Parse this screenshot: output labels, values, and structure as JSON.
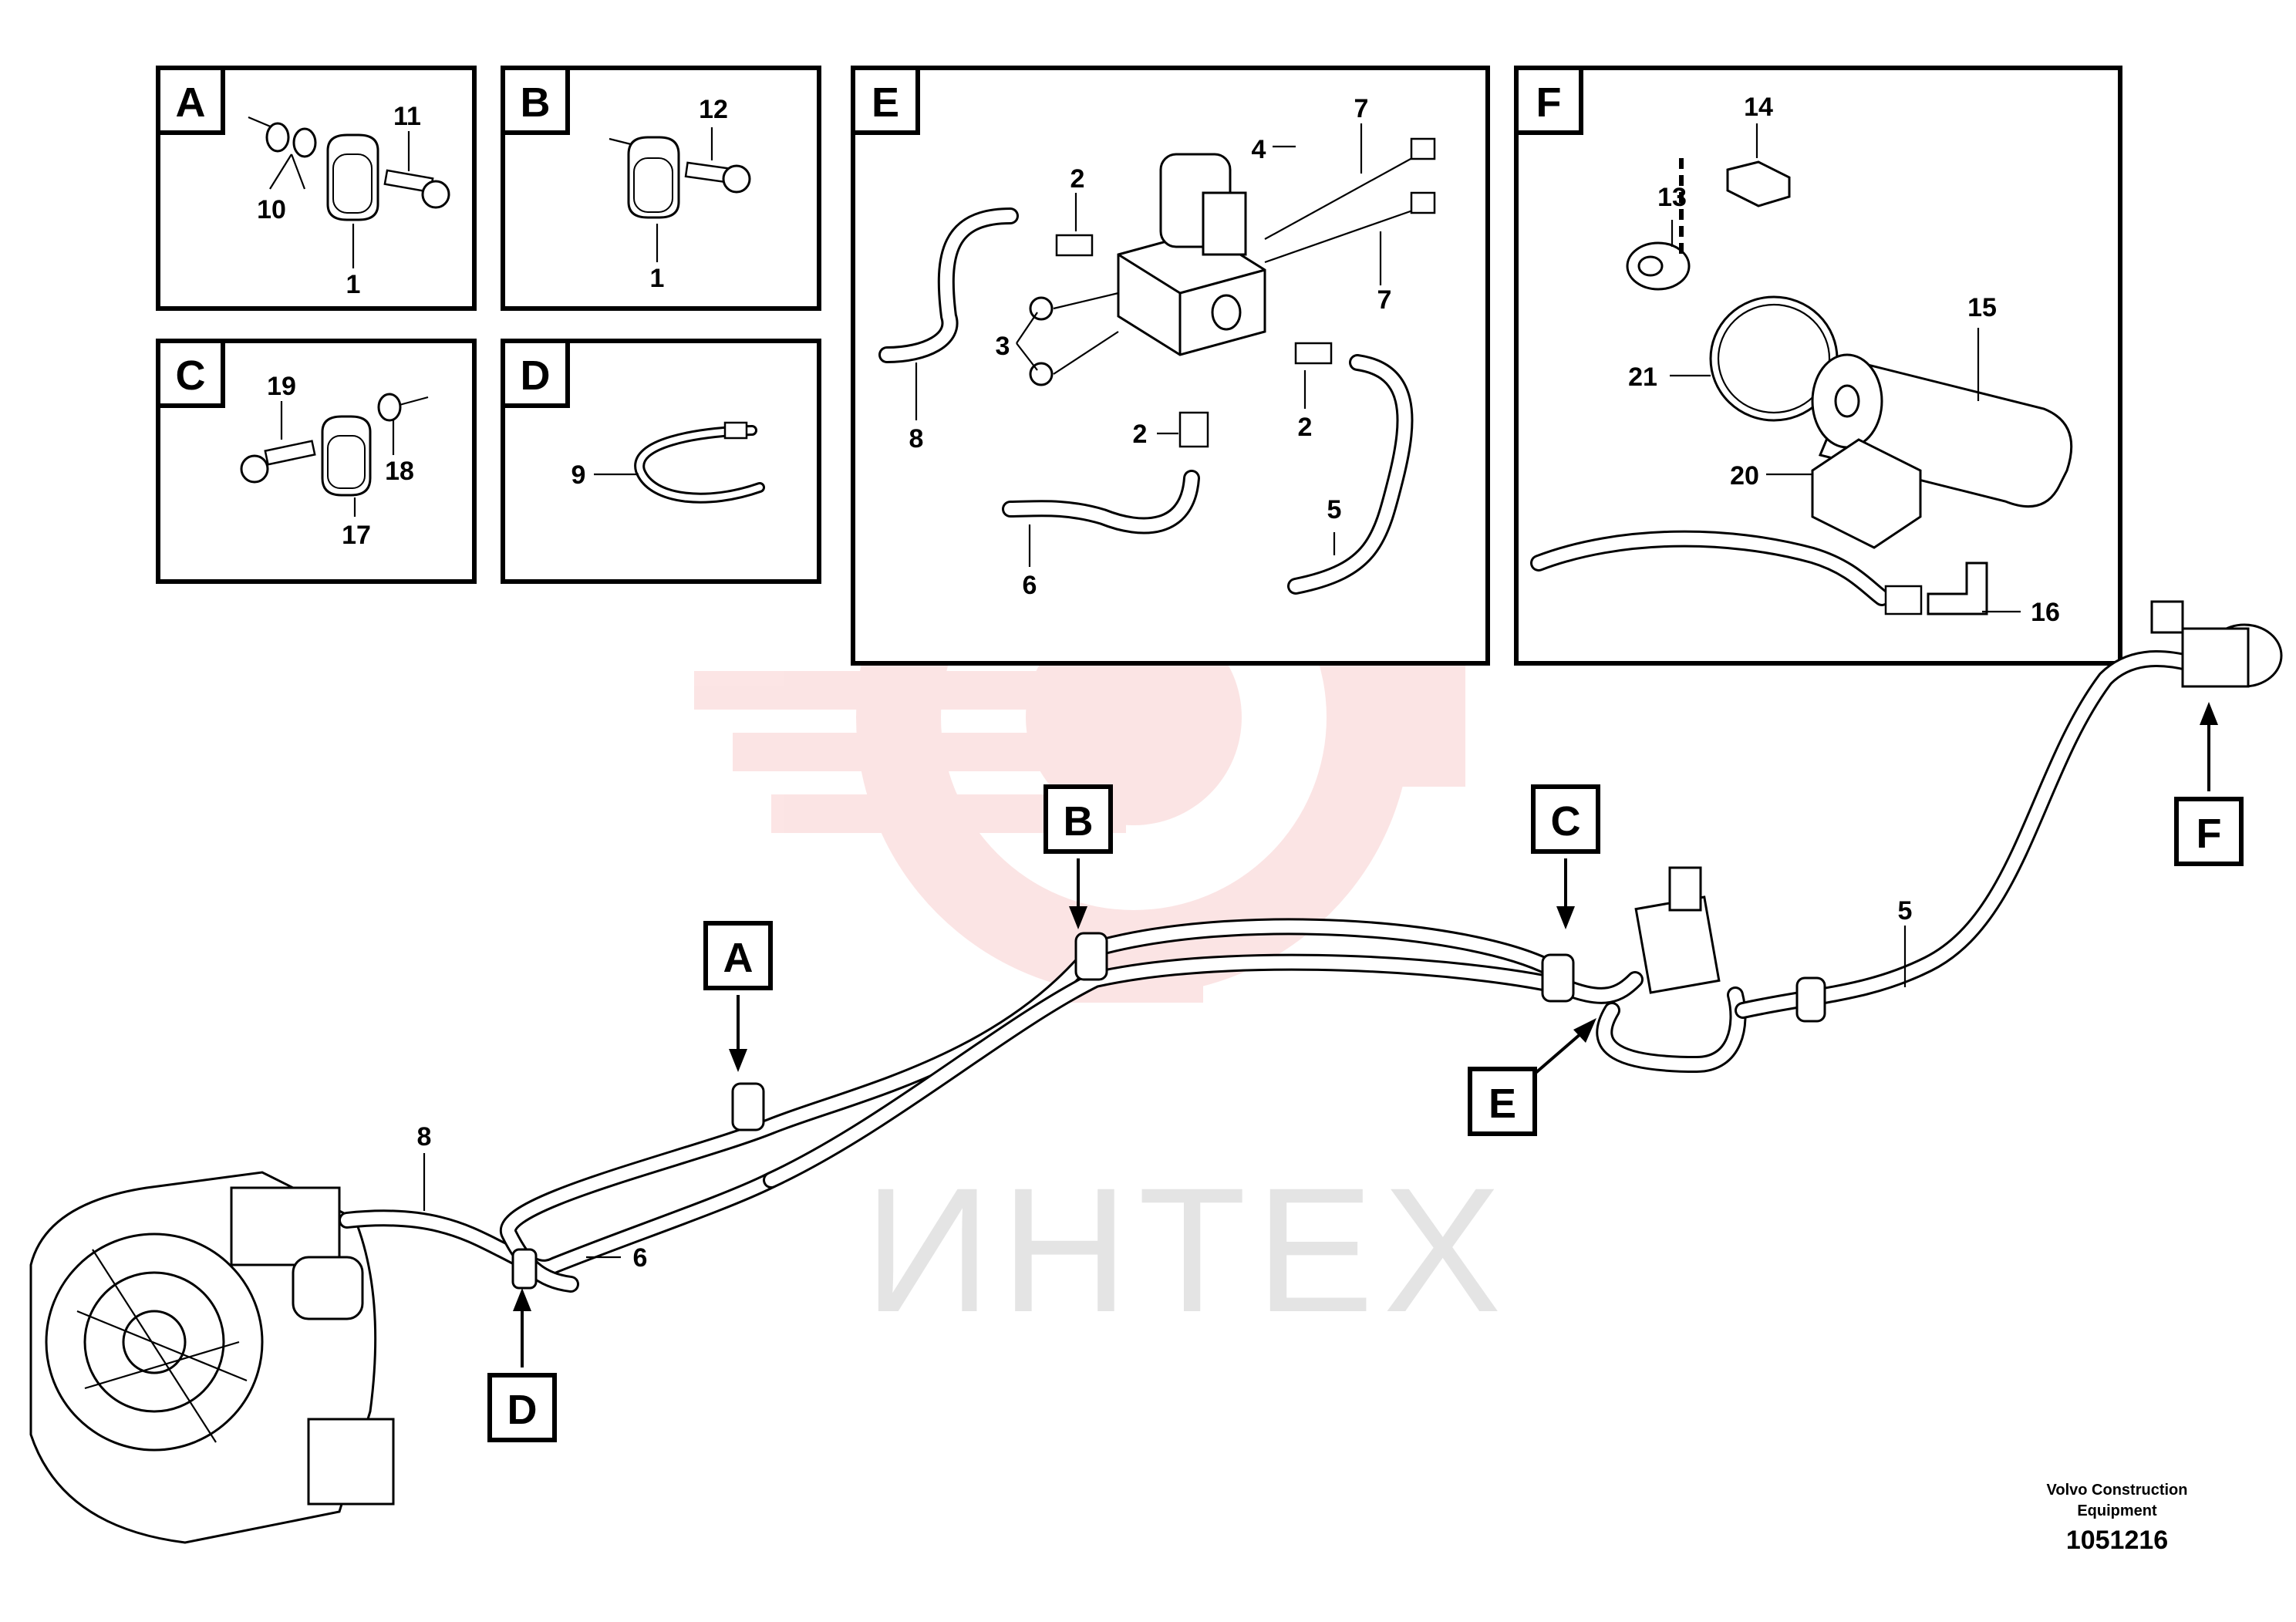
{
  "detail_panels": [
    {
      "id": "A",
      "callouts": [
        "11",
        "10",
        "1"
      ]
    },
    {
      "id": "B",
      "callouts": [
        "12",
        "1"
      ]
    },
    {
      "id": "C",
      "callouts": [
        "19",
        "18",
        "17"
      ]
    },
    {
      "id": "D",
      "callouts": [
        "9"
      ]
    },
    {
      "id": "E",
      "callouts": [
        "2",
        "4",
        "7",
        "7",
        "3",
        "8",
        "2",
        "2",
        "5",
        "6"
      ]
    },
    {
      "id": "F",
      "callouts": [
        "14",
        "13",
        "15",
        "21",
        "20",
        "16"
      ]
    }
  ],
  "main_view": {
    "pointers": [
      "A",
      "B",
      "C",
      "D",
      "E",
      "F"
    ],
    "hose_labels": [
      "8",
      "6",
      "5"
    ]
  },
  "watermark": "ИНТЕХ",
  "footer": {
    "company_line1": "Volvo Construction",
    "company_line2": "Equipment",
    "drawing_number": "1051216"
  }
}
